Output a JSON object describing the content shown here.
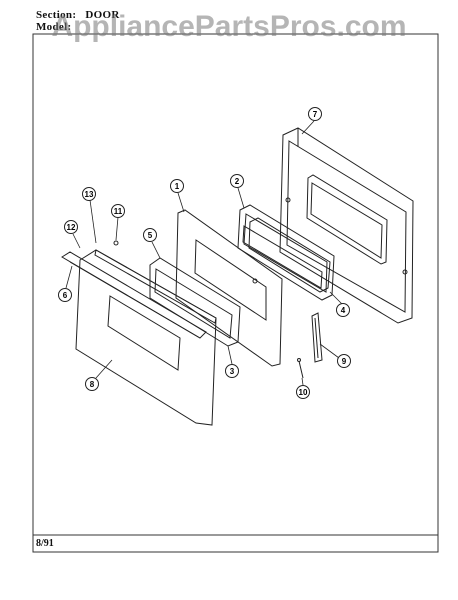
{
  "header": {
    "section_label": "Section:",
    "section_value": "DOOR",
    "model_label": "Model:"
  },
  "watermark": "AppliancePartsPros.com",
  "footer": {
    "date": "8/91"
  },
  "callouts": [
    {
      "id": "c1",
      "label": "1"
    },
    {
      "id": "c2",
      "label": "2"
    },
    {
      "id": "c3",
      "label": "3"
    },
    {
      "id": "c4",
      "label": "4"
    },
    {
      "id": "c5",
      "label": "5"
    },
    {
      "id": "c6",
      "label": "6"
    },
    {
      "id": "c7",
      "label": "7"
    },
    {
      "id": "c8",
      "label": "8"
    },
    {
      "id": "c9",
      "label": "9"
    },
    {
      "id": "c10",
      "label": "10"
    },
    {
      "id": "c11",
      "label": "11"
    },
    {
      "id": "c12",
      "label": "12"
    },
    {
      "id": "c13",
      "label": "13"
    }
  ]
}
